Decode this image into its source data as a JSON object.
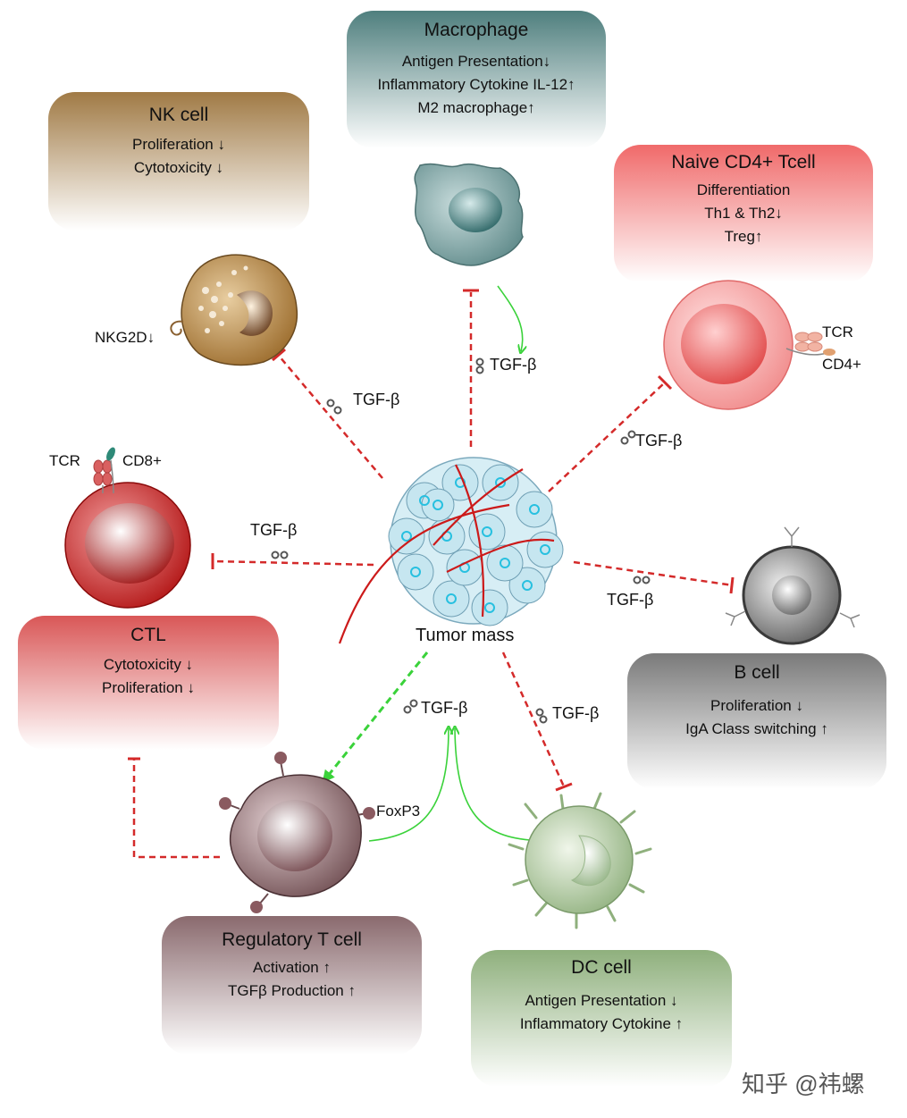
{
  "center": {
    "label": "Tumor mass"
  },
  "mediator": "TGF-β",
  "cells": {
    "macrophage": {
      "title": "Macrophage",
      "lines": [
        "Antigen Presentation↓",
        "Inflammatory Cytokine IL-12↑",
        "M2 macrophage↑"
      ],
      "color": "#4f7f7e"
    },
    "nk": {
      "title": "NK cell",
      "lines": [
        "Proliferation ↓",
        "Cytotoxicity ↓"
      ],
      "receptor": "NKG2D↓",
      "color": "#a07a45"
    },
    "naive_cd4": {
      "title": "Naive CD4+ Tcell",
      "lines": [
        "Differentiation",
        "Th1 & Th2↓",
        "Treg↑"
      ],
      "receptors": [
        "TCR",
        "CD4+"
      ],
      "color": "#f06a6a"
    },
    "ctl": {
      "title": "CTL",
      "lines": [
        "Cytotoxicity ↓",
        "Proliferation ↓"
      ],
      "receptors": [
        "TCR",
        "CD8+"
      ],
      "color": "#d95757"
    },
    "b_cell": {
      "title": "B cell",
      "lines": [
        "Proliferation ↓",
        "IgA Class switching ↑"
      ],
      "color": "#7a7a7a"
    },
    "treg": {
      "title": "Regulatory T cell",
      "lines": [
        "Activation ↑",
        "TGFβ Production ↑"
      ],
      "marker": "FoxP3",
      "color": "#8a6a6e"
    },
    "dc": {
      "title": "DC cell",
      "lines": [
        "Antigen Presentation ↓",
        "Inflammatory Cytokine ↑"
      ],
      "color": "#8fb07d"
    }
  },
  "watermark": "知乎 @祎螺",
  "colors": {
    "inhibit": "#d42a2a",
    "promote": "#3ad23a"
  }
}
